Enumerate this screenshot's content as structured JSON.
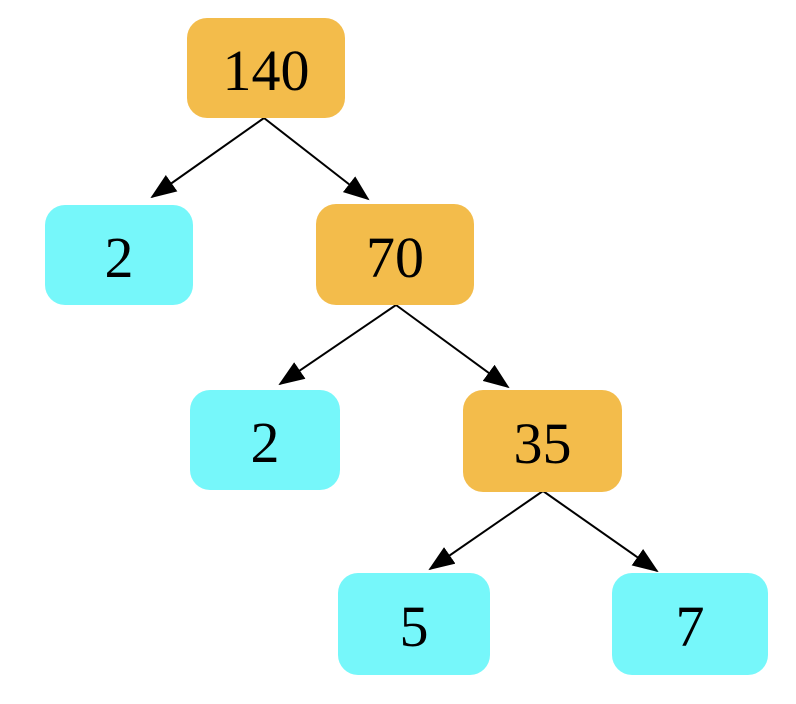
{
  "diagram": {
    "kind": "factor-tree",
    "root_value": "140",
    "background": "#ffffff",
    "colors": {
      "composite_fill": "#F3BC4B",
      "prime_fill": "#76F7FA",
      "edge": "#000000",
      "text": "#000000"
    },
    "nodes": {
      "n140": {
        "label": "140",
        "role": "composite"
      },
      "n2_left": {
        "label": "2",
        "role": "prime"
      },
      "n70": {
        "label": "70",
        "role": "composite"
      },
      "n2_mid": {
        "label": "2",
        "role": "prime"
      },
      "n35": {
        "label": "35",
        "role": "composite"
      },
      "n5": {
        "label": "5",
        "role": "prime"
      },
      "n7": {
        "label": "7",
        "role": "prime"
      }
    },
    "edges": [
      {
        "from": "n140",
        "to": "n2_left"
      },
      {
        "from": "n140",
        "to": "n70"
      },
      {
        "from": "n70",
        "to": "n2_mid"
      },
      {
        "from": "n70",
        "to": "n35"
      },
      {
        "from": "n35",
        "to": "n5"
      },
      {
        "from": "n35",
        "to": "n7"
      }
    ],
    "tree": {
      "value": "140",
      "children": [
        {
          "value": "2",
          "children": []
        },
        {
          "value": "70",
          "children": [
            {
              "value": "2",
              "children": []
            },
            {
              "value": "35",
              "children": [
                {
                  "value": "5",
                  "children": []
                },
                {
                  "value": "7",
                  "children": []
                }
              ]
            }
          ]
        }
      ]
    }
  }
}
